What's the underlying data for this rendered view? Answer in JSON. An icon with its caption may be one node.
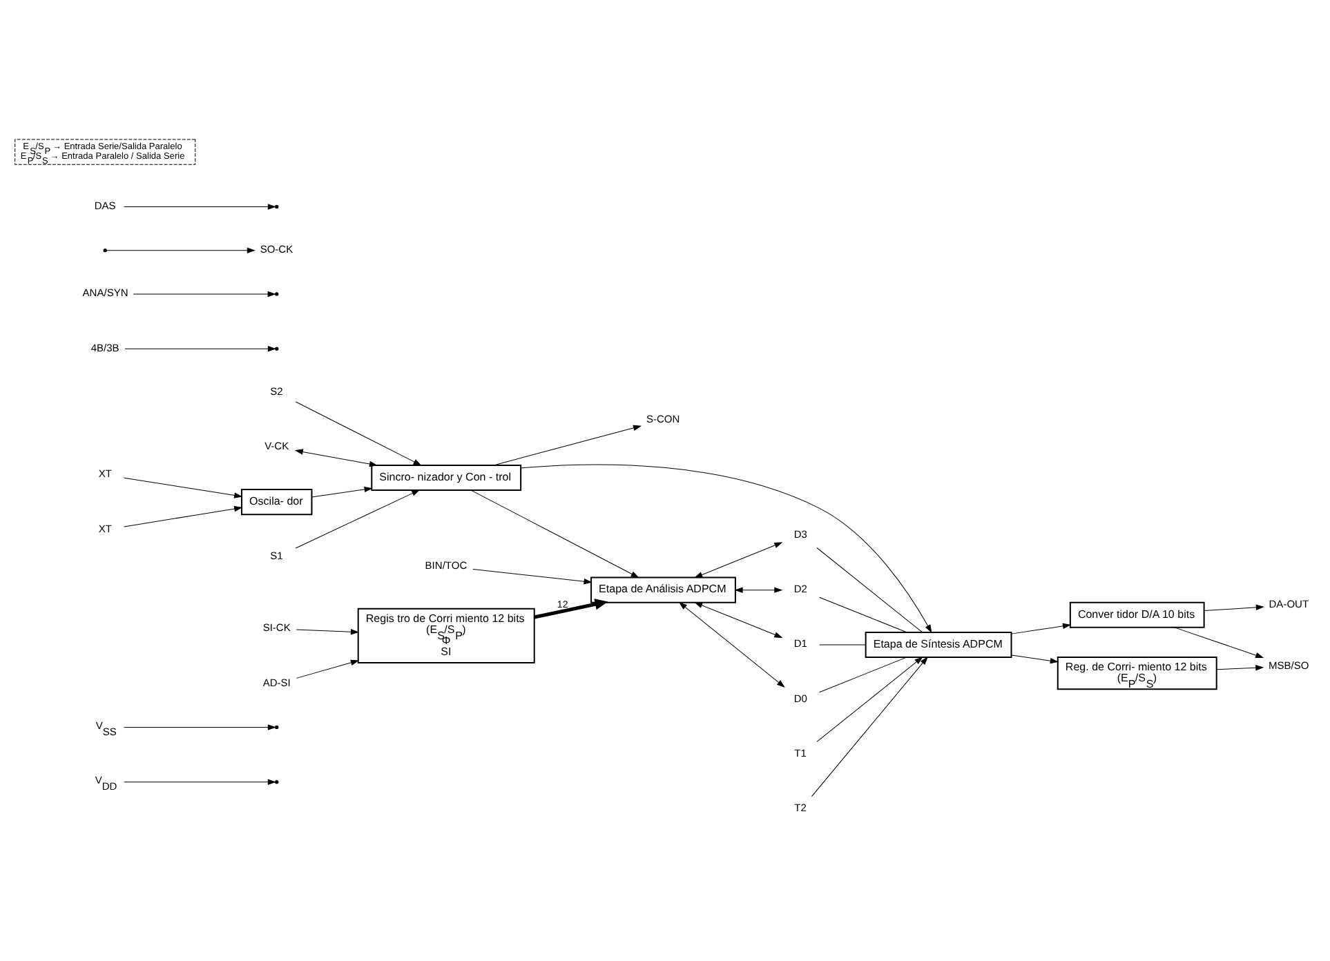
{
  "diagram": {
    "nodes": [
      {
        "text": [
          "V$_{DD}$"
        ]
      },
      {
        "text": [
          "V$_{SS}$"
        ]
      },
      {
        "text": [
          "BIN/TOC"
        ]
      },
      {
        "text": [
          "Etapa de Análisis ADPCM"
        ]
      },
      {
        "text": [
          "Regis tro de Corri miento 12 bits",
          "(E$_{S}$/S$_{P}$)",
          "Φ",
          "SI"
        ]
      },
      {
        "text": [
          "D3"
        ]
      },
      {
        "text": [
          "D2"
        ]
      },
      {
        "text": [
          "D1"
        ]
      },
      {
        "text": [
          "D0"
        ]
      },
      {
        "text": [
          "4B/3B"
        ]
      },
      {
        "text": [
          "ANA/SYN"
        ]
      },
      {
        "text": [
          "SI-CK"
        ]
      },
      {
        "text": [
          "AD-SI"
        ]
      },
      {
        "text": [
          "S-CON"
        ]
      },
      {
        "text": [
          "XT"
        ]
      },
      {
        "text": [
          "XT"
        ]
      },
      {
        "text": [
          "Oscila- dor"
        ]
      },
      {
        "text": [
          "Sincro- nizador y Con - trol"
        ]
      },
      {
        "text": [
          "S1"
        ]
      },
      {
        "text": [
          "S2"
        ]
      },
      {
        "text": [
          "V-CK"
        ]
      },
      {
        "text": [
          "Etapa de Síntesis ADPCM"
        ]
      },
      {
        "text": [
          "Conver tidor D/A 10 bits"
        ]
      },
      {
        "text": [
          "Reg. de Corri- miento 12 bits",
          "(E$_{P}$/S$_{S}$)"
        ]
      },
      {
        "text": [
          "DA-OUT"
        ]
      },
      {
        "text": [
          "MSB/SO"
        ]
      },
      {
        "text": [
          "SO-CK"
        ]
      },
      {
        "text": [
          "T1"
        ]
      },
      {
        "text": [
          "T2"
        ]
      },
      {
        "text": [
          "DAS"
        ]
      },
      {
        "text": [
          "E$_{S}$/S$_{P}$ → Entrada Serie/Salida Paralelo",
          "E$_{P}$/S$_{S}$ → Entrada Paralelo / Salida Serie"
        ]
      }
    ],
    "edges": [
      {
        "from": 0,
        "to": null,
        "arrow": "to"
      },
      {
        "from": 1,
        "to": null,
        "arrow": "to"
      },
      {
        "from": 2,
        "to": 3,
        "arrow": "to"
      },
      {
        "from": 4,
        "to": 3,
        "arrow": "to",
        "label": "12",
        "style": "thick"
      },
      {
        "from": 3,
        "to": 5,
        "arrow": "both"
      },
      {
        "from": 3,
        "to": 6,
        "arrow": "both"
      },
      {
        "from": 3,
        "to": 7,
        "arrow": "both"
      },
      {
        "from": 3,
        "to": 8,
        "arrow": "both"
      },
      {
        "from": 5,
        "to": 21,
        "arrow": "none"
      },
      {
        "from": 6,
        "to": 21,
        "arrow": "none"
      },
      {
        "from": 7,
        "to": 21,
        "arrow": "none"
      },
      {
        "from": 8,
        "to": 21,
        "arrow": "none"
      },
      {
        "from": 9,
        "to": null,
        "arrow": "to"
      },
      {
        "from": 10,
        "to": null,
        "arrow": "to"
      },
      {
        "from": 11,
        "to": 4,
        "arrow": "to"
      },
      {
        "from": 12,
        "to": 4,
        "arrow": "to"
      },
      {
        "from": 17,
        "to": 13,
        "arrow": "to"
      },
      {
        "from": 14,
        "to": 16,
        "arrow": "to"
      },
      {
        "from": 15,
        "to": 16,
        "arrow": "to"
      },
      {
        "from": 16,
        "to": 17,
        "arrow": "to"
      },
      {
        "from": 18,
        "to": 17,
        "arrow": "to"
      },
      {
        "from": 19,
        "to": 17,
        "arrow": "to"
      },
      {
        "from": 20,
        "to": 17,
        "arrow": "both"
      },
      {
        "from": 17,
        "to": 3,
        "arrow": "to"
      },
      {
        "from": 17,
        "to": 21,
        "arrow": "to"
      },
      {
        "from": 21,
        "to": 22,
        "arrow": "to"
      },
      {
        "from": 21,
        "to": 23,
        "arrow": "to"
      },
      {
        "from": 22,
        "to": 24,
        "arrow": "to"
      },
      {
        "from": 22,
        "to": 25,
        "arrow": "to"
      },
      {
        "from": 23,
        "to": 25,
        "arrow": "to"
      },
      {
        "from": null,
        "to": 26,
        "arrow": "to"
      },
      {
        "from": 27,
        "to": 21,
        "arrow": "to"
      },
      {
        "from": 28,
        "to": 21,
        "arrow": "to"
      },
      {
        "from": 29,
        "to": null,
        "arrow": "to"
      }
    ]
  }
}
